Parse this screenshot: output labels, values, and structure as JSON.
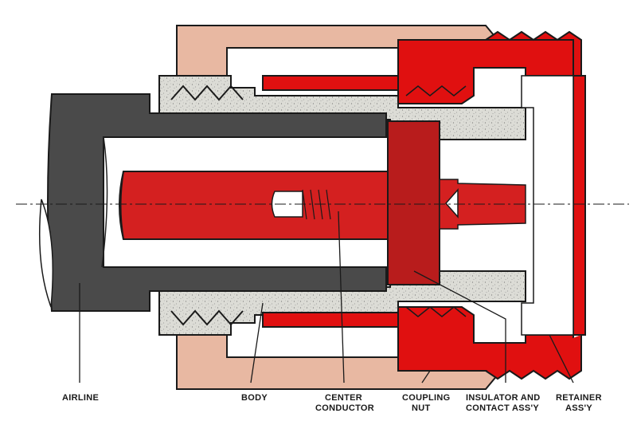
{
  "labels": {
    "airline": "AIRLINE",
    "body": "BODY",
    "center_conductor": [
      "CENTER",
      "CONDUCTOR"
    ],
    "coupling_nut": [
      "COUPLING",
      "NUT"
    ],
    "insulator": [
      "INSULATOR AND",
      "CONTACT ASS'Y"
    ],
    "retainer": [
      "RETAINER",
      "ASS'Y"
    ]
  },
  "colors": {
    "red": "#e01010",
    "dark_red": "#b01818",
    "dark_gray": "#4a4a4a",
    "speckle_gray": "#d8d8d2",
    "tan": "#e8b8a2"
  }
}
